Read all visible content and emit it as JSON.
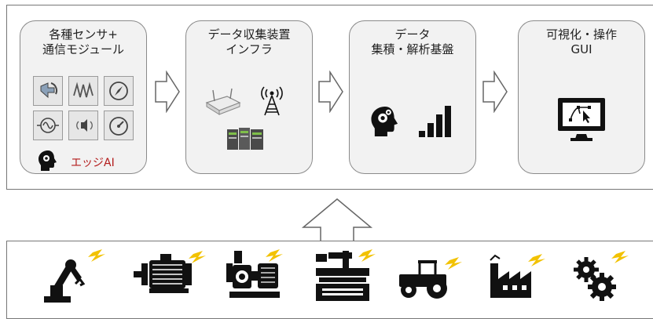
{
  "stages": [
    {
      "lines": [
        "各種センサ+",
        "通信モジュール"
      ],
      "edge_label": "エッジAI"
    },
    {
      "lines": [
        "データ収集装置",
        "インフラ"
      ]
    },
    {
      "lines": [
        "データ",
        "集積・解析基盤"
      ]
    },
    {
      "lines": [
        "可視化・操作",
        "GUI"
      ]
    }
  ],
  "icons": {
    "sensor_tiles": [
      "rotation-sensor-icon",
      "vibration-sensor-icon",
      "compass-sensor-icon",
      "signal-wave-sensor-icon",
      "sound-sensor-icon",
      "gauge-sensor-icon"
    ],
    "edge_ai": "ai-head-gear-icon",
    "infra": [
      "wifi-router-icon",
      "antenna-tower-icon",
      "server-rack-icon"
    ],
    "analytics": [
      "ai-head-gear-icon",
      "signal-bars-icon"
    ],
    "gui": "monitor-cursor-icon",
    "machines": [
      "robot-arm-icon",
      "electric-motor-icon",
      "pump-icon",
      "cnc-machine-icon",
      "tractor-icon",
      "factory-icon",
      "gears-icon"
    ]
  },
  "colors": {
    "accent_bolt": "#f2c200",
    "edge_text": "#b31b1b",
    "icon": "#111111",
    "stage_fill": "#f2f2f2"
  }
}
